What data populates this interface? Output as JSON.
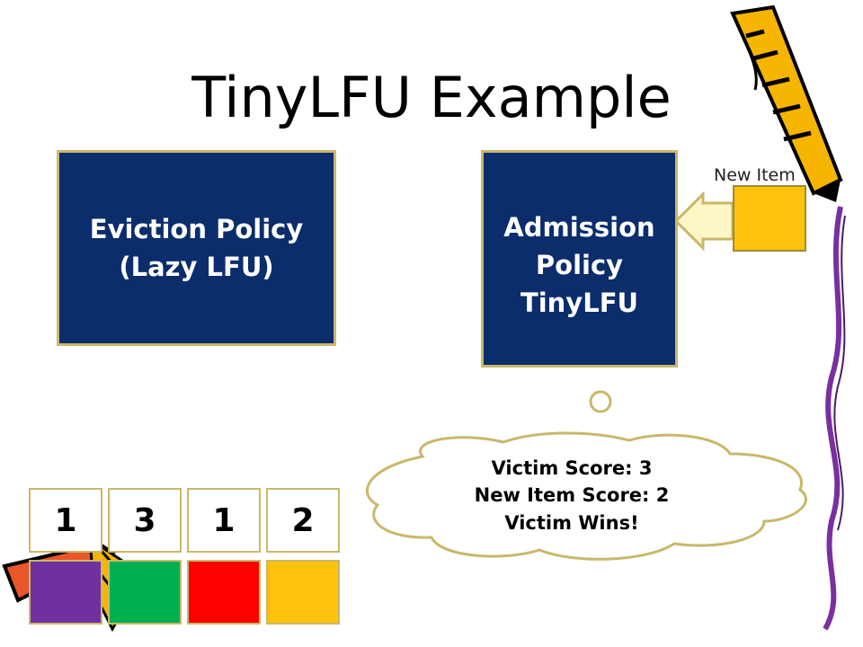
{
  "title": "TinyLFU Example",
  "eviction_box": {
    "line1": "Eviction Policy",
    "line2": "(Lazy LFU)"
  },
  "admission_box": {
    "line1": "Admission",
    "line2": "Policy",
    "line3": "TinyLFU"
  },
  "new_item_label": "New Item",
  "thought_bubble": {
    "line1": "Victim Score: 3",
    "line2": "New Item Score: 2",
    "line3": "Victim Wins!"
  },
  "frequency_scores": [
    "1",
    "3",
    "1",
    "2"
  ],
  "colors": {
    "box_fill": "#0b2d6b",
    "box_border": "#c9b86a",
    "item_colors": [
      "#7030a0",
      "#00b050",
      "#ff0000",
      "#fdc30a"
    ],
    "new_item": "#fdc30a",
    "arrow": "#fdf6c6"
  },
  "icons": [
    "pencil-icon",
    "arrow-left-icon",
    "thought-cloud-icon"
  ]
}
